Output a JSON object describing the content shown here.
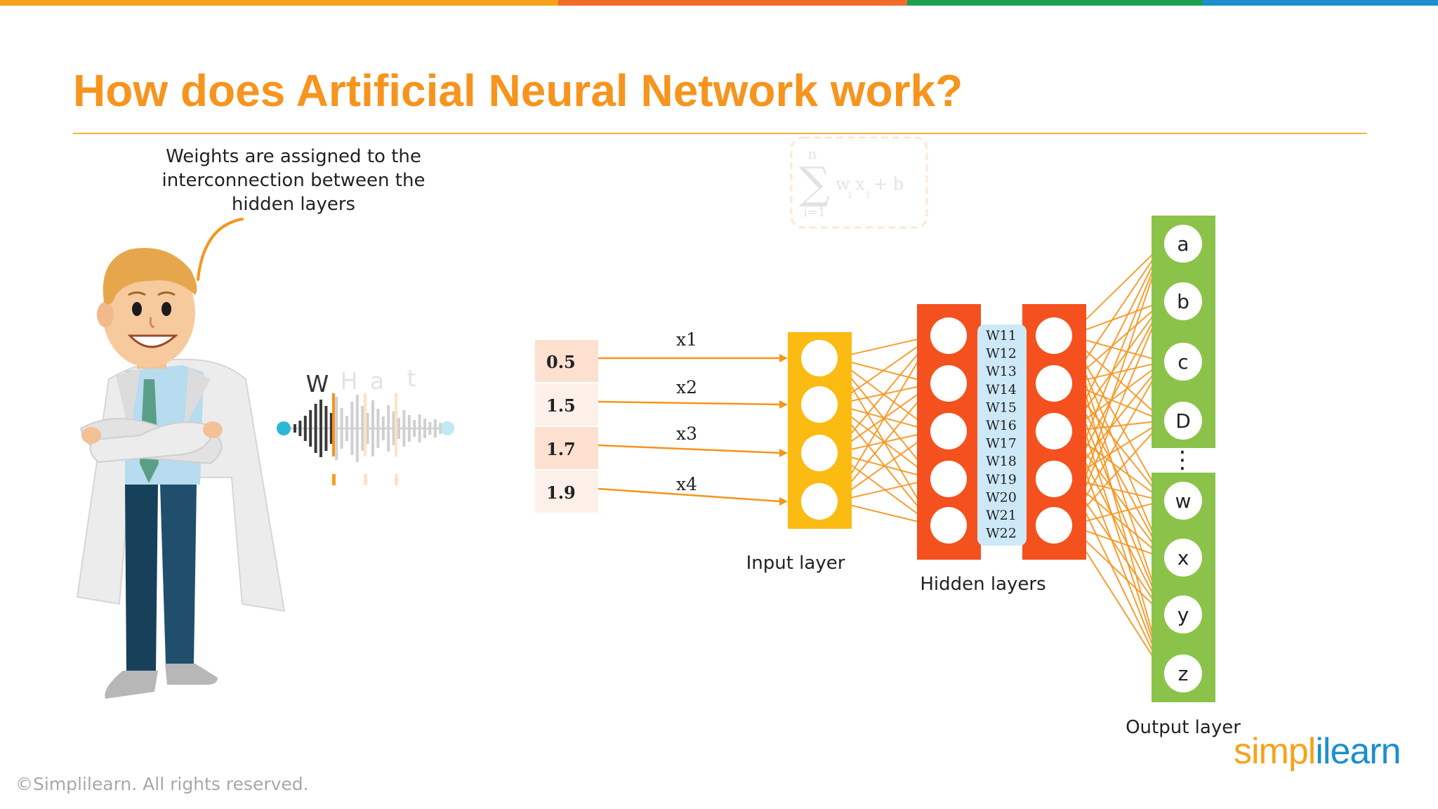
{
  "slide": {
    "title": "How does Artificial Neural Network work?",
    "callout": "Weights are assigned to the interconnection between the hidden layers",
    "copyright": "©Simplilearn. All rights reserved.",
    "logo": {
      "part1": "simpl",
      "part2": "ilearn"
    }
  },
  "colors": {
    "title": "#f7941d",
    "input_layer": "#fbbb12",
    "hidden_layer": "#f4511e",
    "output_layer": "#8bc34a",
    "weights_panel": "#cde9f8",
    "connection": "#f7941d",
    "bar": [
      "#f7a21b",
      "#f26b2b",
      "#1aa14f",
      "#1c8ed0"
    ]
  },
  "audio_widget": {
    "letters": [
      "W",
      "H",
      "a",
      "t"
    ]
  },
  "formula": {
    "top": "n",
    "bottom": "i=1",
    "body": "w",
    "sub": "i",
    "mid": "x",
    "mid_sub": "i",
    "plus": "+ b"
  },
  "diagram": {
    "inputs": [
      {
        "value": "0.5",
        "label": "x1"
      },
      {
        "value": "1.5",
        "label": "x2"
      },
      {
        "value": "1.7",
        "label": "x3"
      },
      {
        "value": "1.9",
        "label": "x4"
      }
    ],
    "input_layer_label": "Input layer",
    "hidden_layers_label": "Hidden layers",
    "output_layer_label": "Output layer",
    "weights": [
      "W11",
      "W12",
      "W13",
      "W14",
      "W15",
      "W16",
      "W17",
      "W18",
      "W19",
      "W20",
      "W21",
      "W22"
    ],
    "outputs_top": [
      "a",
      "b",
      "c",
      "D"
    ],
    "outputs_bottom": [
      "w",
      "x",
      "y",
      "z"
    ],
    "ellipsis": "⋮"
  }
}
